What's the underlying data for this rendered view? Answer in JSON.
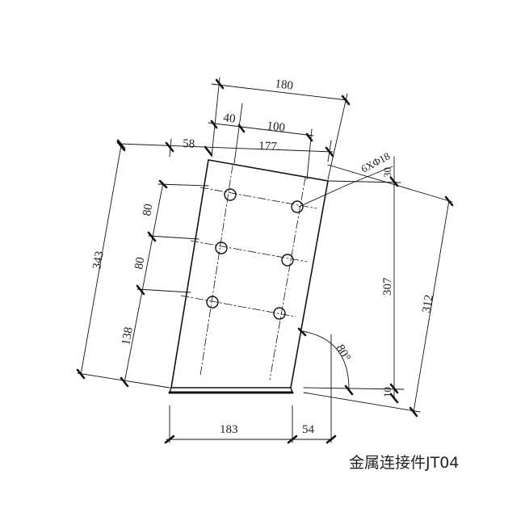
{
  "drawing": {
    "dimensions": {
      "top_overall": "180",
      "hole_offset_top": "40",
      "hole_spacing_top": "100",
      "left_offset": "58",
      "top_width": "177",
      "hole_label": "6XΦ18",
      "right_top_gap": "30",
      "right_inner_height": "307",
      "right_slanted_height": "312",
      "right_bottom_gap": "10",
      "left_overall": "343",
      "left_spacing_1": "80",
      "left_spacing_2": "80",
      "left_bottom": "138",
      "bottom_width": "183",
      "bottom_offset": "54",
      "angle": "80°"
    }
  },
  "caption": "金属连接件JT04"
}
